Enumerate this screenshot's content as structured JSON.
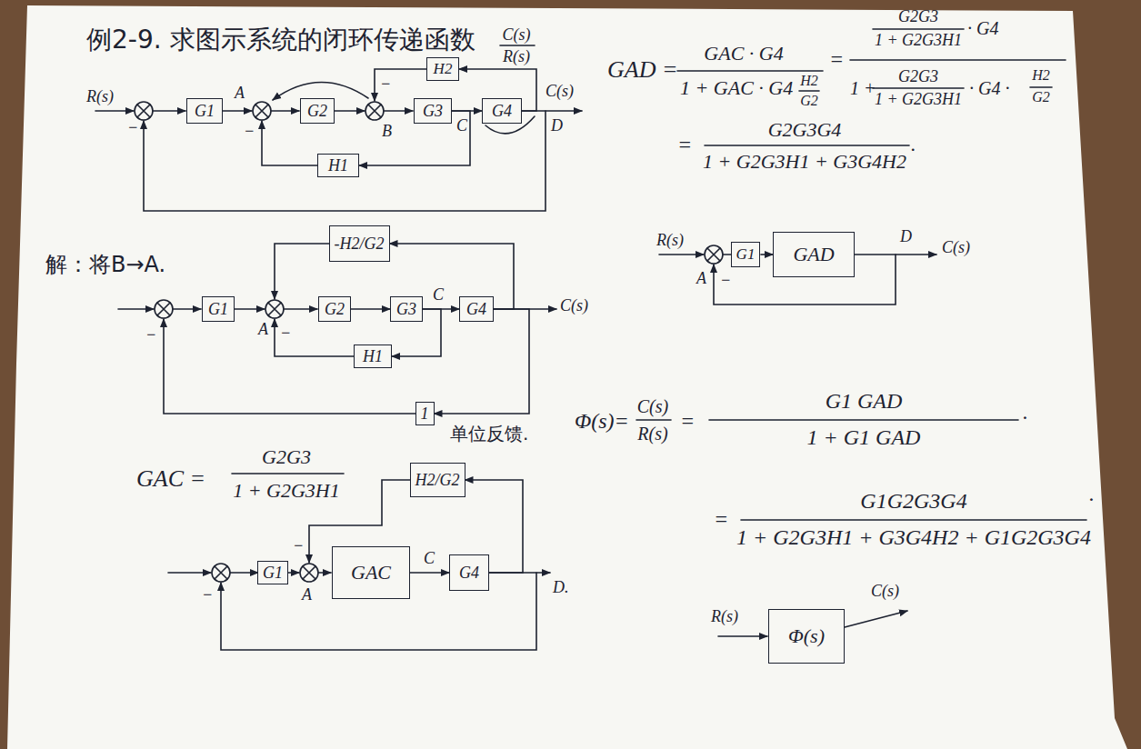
{
  "diagram": {
    "title": "例2-9. 求图示系统的闭环传递函数",
    "nodes": [
      {
        "text": [
          "G1"
        ]
      },
      {
        "text": [
          "G2"
        ]
      },
      {
        "text": [
          "G3"
        ]
      },
      {
        "text": [
          "G4"
        ]
      },
      {
        "text": [
          "H2"
        ]
      },
      {
        "text": [
          "H1"
        ]
      },
      {
        "text": [
          "-H2/G2"
        ]
      },
      {
        "text": [
          "G1"
        ]
      },
      {
        "text": [
          "G2"
        ]
      },
      {
        "text": [
          "G3"
        ]
      },
      {
        "text": [
          "G4"
        ]
      },
      {
        "text": [
          "H1"
        ]
      },
      {
        "text": [
          "1"
        ]
      },
      {
        "text": [
          "H2/G2"
        ]
      },
      {
        "text": [
          "G1"
        ]
      },
      {
        "text": [
          "GAC"
        ]
      },
      {
        "text": [
          "G4"
        ]
      },
      {
        "text": [
          "G1"
        ]
      },
      {
        "text": [
          "GAD"
        ]
      },
      {
        "text": [
          "Φ(s)"
        ]
      }
    ],
    "edges": [
      {
        "from": 2,
        "to": 3,
        "arrow": "to"
      },
      {
        "from": 2,
        "to": 5,
        "arrow": "to"
      },
      {
        "from": 3,
        "to": 4,
        "arrow": "to"
      },
      {
        "from": 8,
        "to": 9,
        "arrow": "to"
      },
      {
        "from": 9,
        "to": 10,
        "arrow": "to"
      },
      {
        "from": 9,
        "to": 11,
        "arrow": "to"
      },
      {
        "from": 10,
        "to": 6,
        "arrow": "to"
      },
      {
        "from": 10,
        "to": 12,
        "arrow": "to"
      },
      {
        "from": 15,
        "to": 16,
        "arrow": "to"
      },
      {
        "from": 16,
        "to": 13,
        "arrow": "to"
      },
      {
        "from": 17,
        "to": 18,
        "arrow": "to"
      }
    ],
    "labels": [
      "C(s)",
      "R(s)",
      "R(s)",
      "A",
      "−",
      "−",
      "−",
      "B",
      "C",
      "C(s)",
      "D",
      "解：将B→A.",
      "A",
      "−",
      "C",
      "C(s)",
      "−",
      "单位反馈.",
      "GAC =",
      "G2G3",
      "1 + G2G3H1",
      "−",
      "C",
      "A",
      "D.",
      "−",
      "GAD =",
      "GAC · G4",
      "1 + GAC · G4",
      "H2",
      "G2",
      "=",
      "G2G3",
      "1 + G2G3H1",
      "· G4",
      "1 +",
      "G2G3",
      "1 + G2G3H1",
      "· G4 ·",
      "H2",
      "G2",
      "=",
      "G2G3G4",
      "1 + G2G3H1 + G3G4H2",
      ".",
      "R(s)",
      "D",
      "C(s)",
      "A",
      "−",
      "Φ(s)=",
      "C(s)",
      "R(s)",
      "=",
      "G1 GAD",
      "1 + G1 GAD",
      ".",
      "=",
      "G1G2G3G4",
      "1 + G2G3H1 + G3G4H2 + G1G2G3G4",
      ".",
      "R(s)",
      "C(s)"
    ]
  }
}
